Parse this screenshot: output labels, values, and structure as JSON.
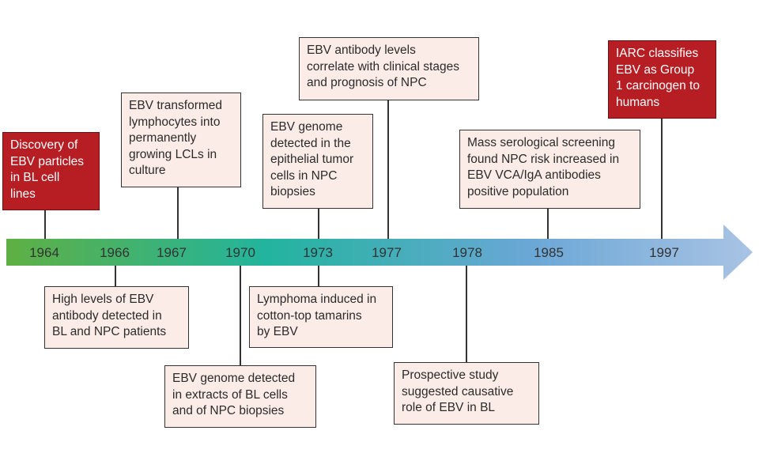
{
  "colors": {
    "arrow_start": "#5fb043",
    "arrow_mid": "#22b49e",
    "arrow_end": "#a9c3e4",
    "box_fill": "#fbece7",
    "highlight_fill": "#b61e24"
  },
  "years": [
    "1964",
    "1966",
    "1967",
    "1970",
    "1973",
    "1977",
    "1978",
    "1985",
    "1997"
  ],
  "events": {
    "e1964": {
      "text": "Discovery of\nEBV particles\nin BL cell\nlines"
    },
    "e1966": {
      "text": "High levels of EBV\nantibody detected in\nBL and NPC patients"
    },
    "e1967": {
      "text": "EBV transformed\nlymphocytes into\npermanently\ngrowing LCLs in\nculture"
    },
    "e1970": {
      "text": "EBV genome detected\nin extracts of BL cells\nand of NPC biopsies"
    },
    "e1973a": {
      "text": "EBV genome\ndetected in the\nepithelial tumor\ncells in NPC\nbiopsies"
    },
    "e1973b": {
      "text": "Lymphoma induced in\ncotton-top tamarins\nby EBV"
    },
    "e1977": {
      "text": "EBV antibody levels\ncorrelate with clinical stages\nand prognosis of NPC"
    },
    "e1978": {
      "text": "Prospective study\nsuggested causative\nrole of EBV in BL"
    },
    "e1985": {
      "text": "Mass serological screening\nfound NPC risk increased in\nEBV VCA/IgA antibodies\npositive population"
    },
    "e1997": {
      "text": "IARC classifies\nEBV as Group\n1 carcinogen to\nhumans"
    }
  }
}
